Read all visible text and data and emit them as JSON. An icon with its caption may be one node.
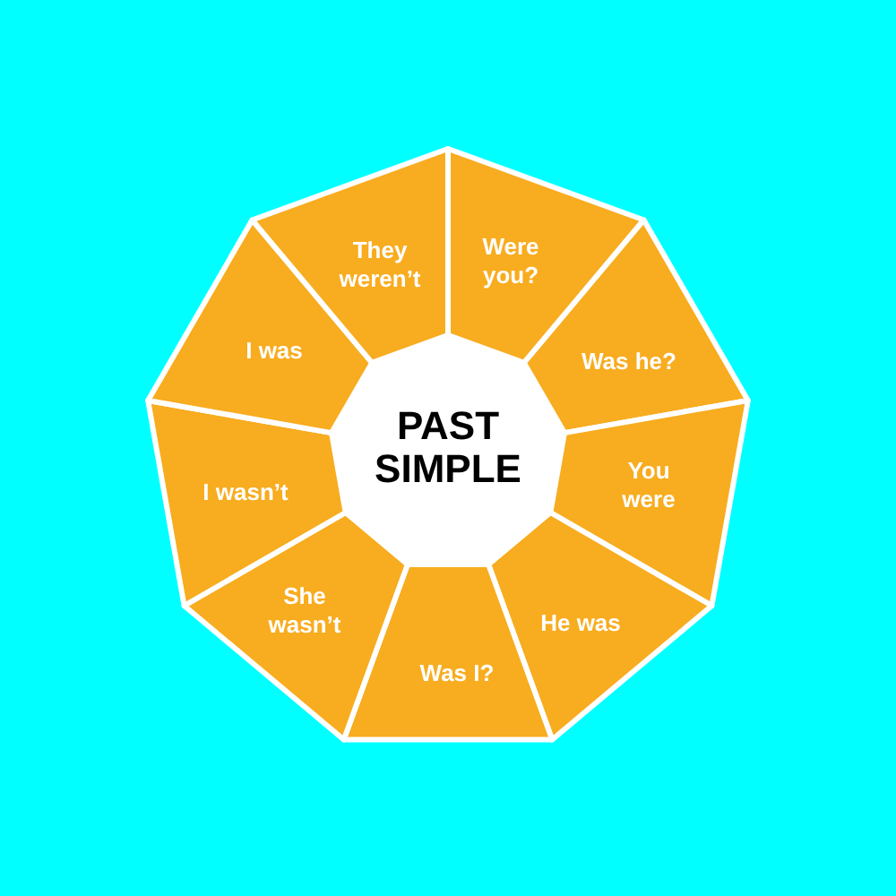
{
  "diagram": {
    "nodes": [
      {
        "text": [
          "PAST SIMPLE"
        ]
      },
      {
        "text": [
          "Were you?"
        ]
      },
      {
        "text": [
          "Was he?"
        ]
      },
      {
        "text": [
          "You were"
        ]
      },
      {
        "text": [
          "He was"
        ]
      },
      {
        "text": [
          "Was I?"
        ]
      },
      {
        "text": [
          "She wasn’t"
        ]
      },
      {
        "text": [
          "I wasn’t"
        ]
      },
      {
        "text": [
          "I was"
        ]
      },
      {
        "text": [
          "They weren’t"
        ]
      }
    ]
  }
}
